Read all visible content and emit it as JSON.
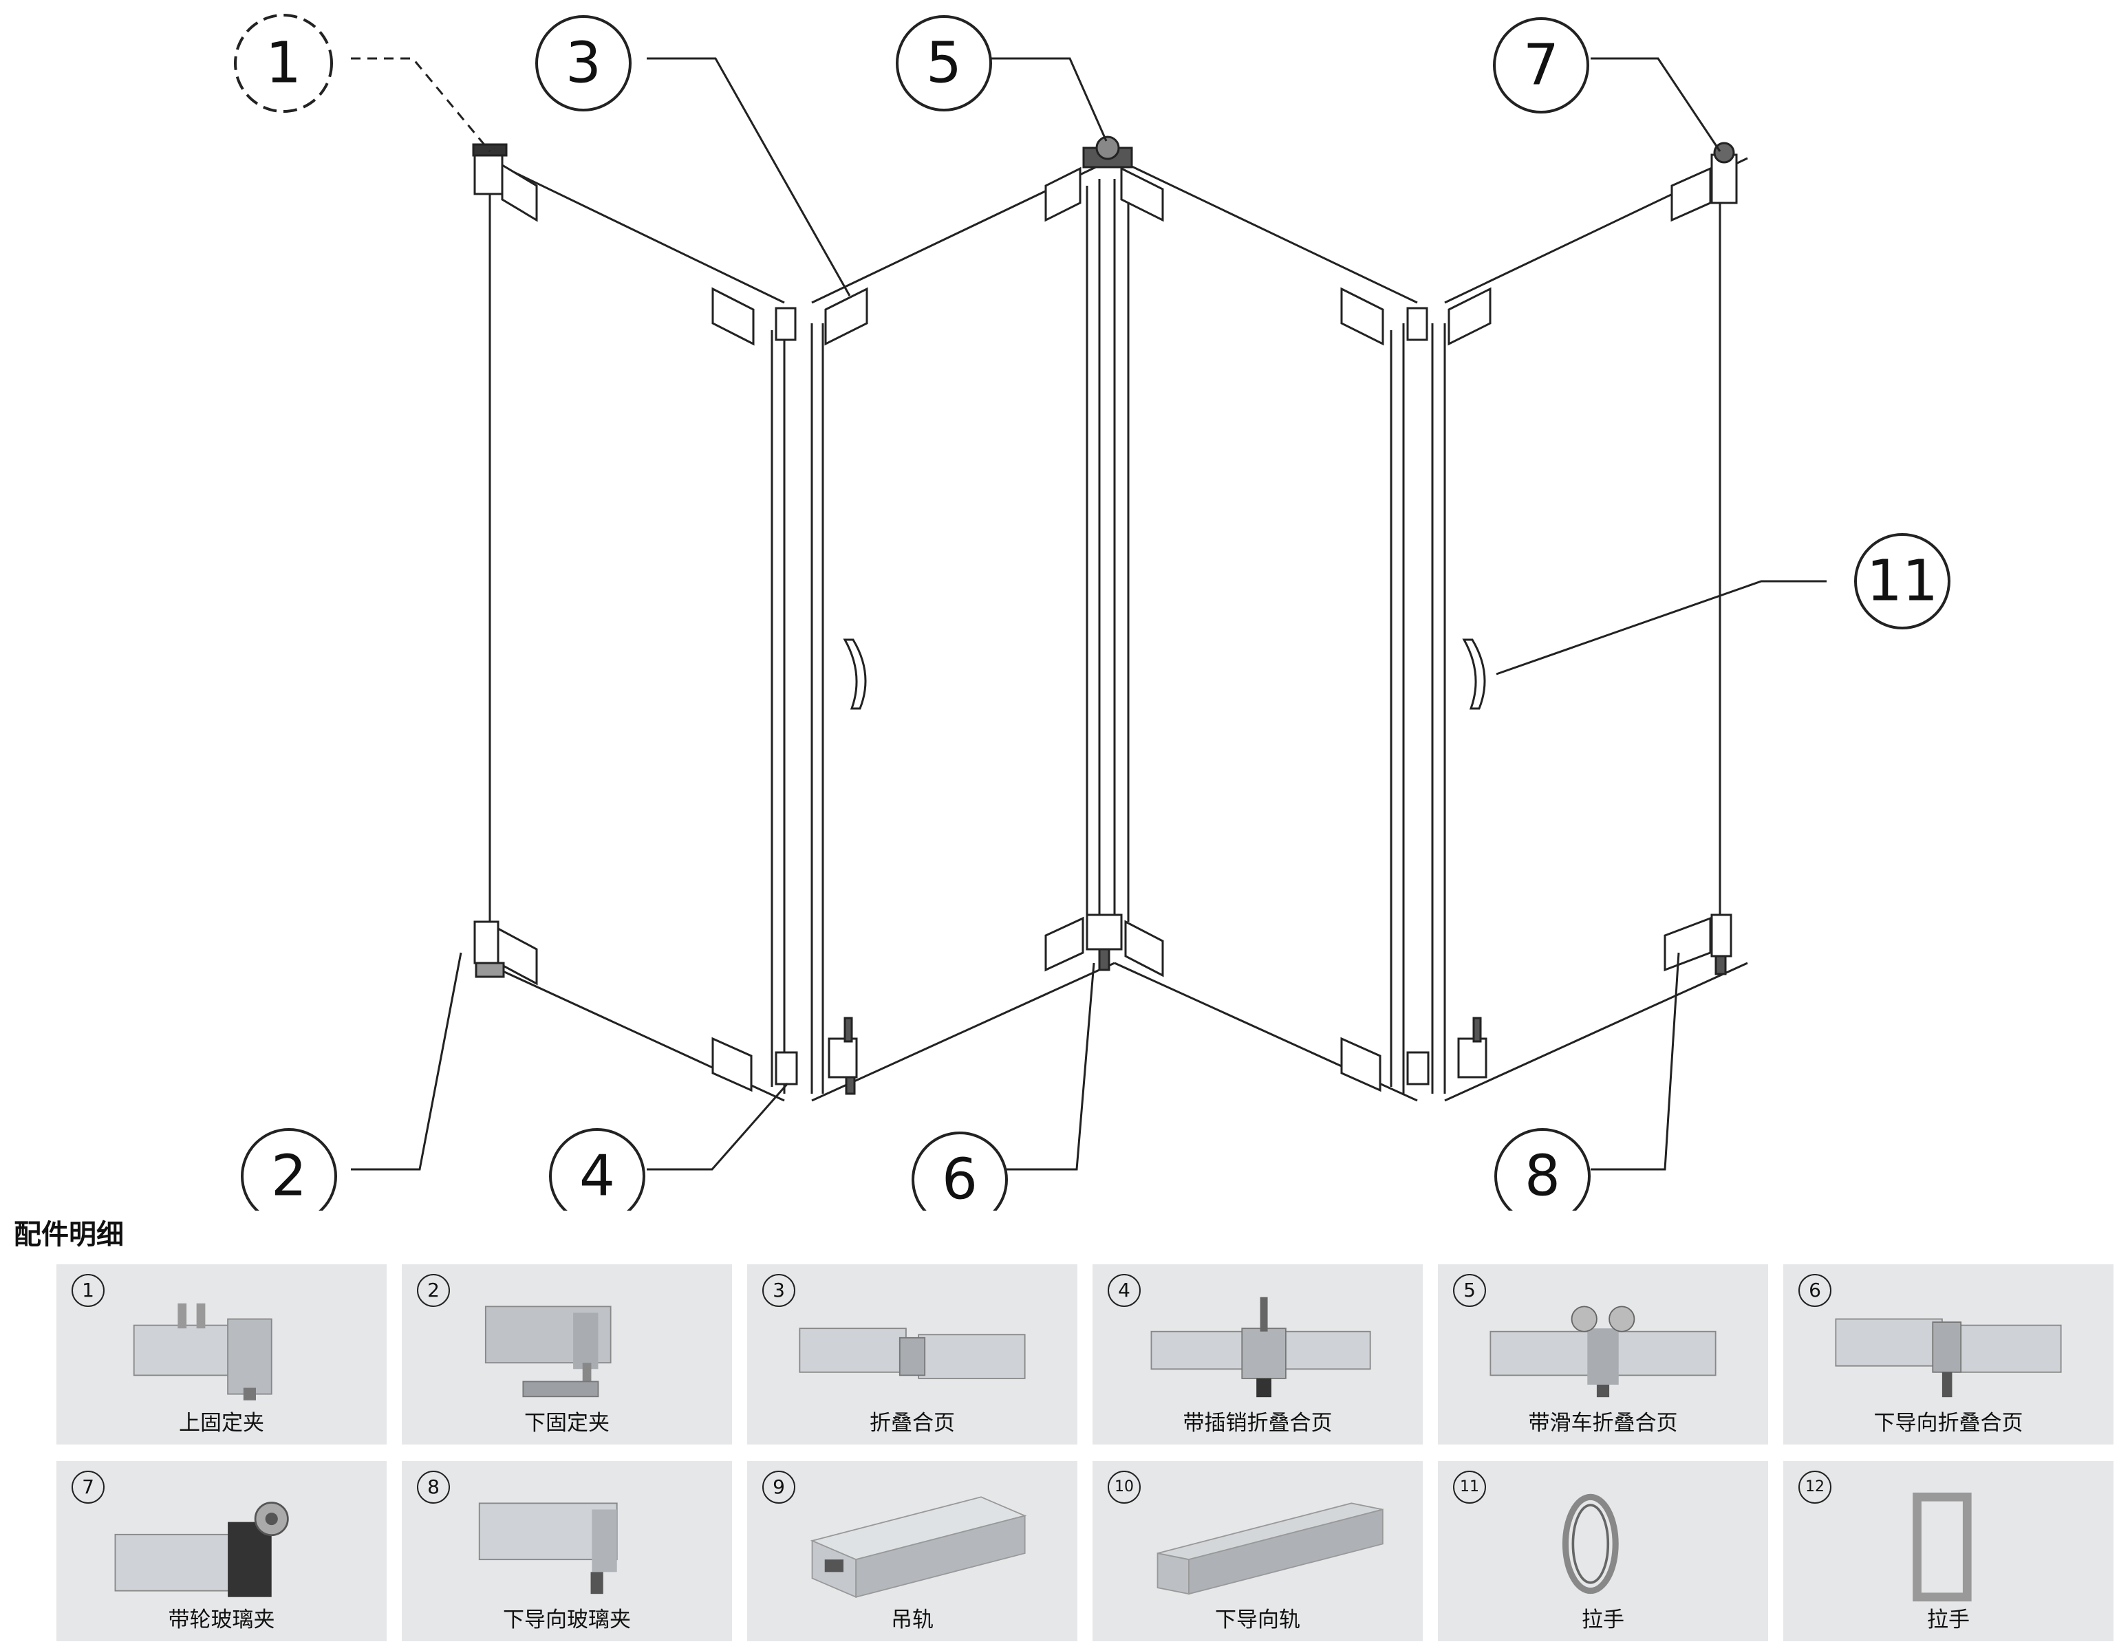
{
  "diagram": {
    "callouts": [
      "1",
      "2",
      "3",
      "4",
      "5",
      "6",
      "7",
      "8",
      "11"
    ]
  },
  "legend": {
    "title": "配件明细",
    "parts": [
      {
        "num": "1",
        "label": "上固定夹",
        "icon": "top-fixed-clamp"
      },
      {
        "num": "2",
        "label": "下固定夹",
        "icon": "bottom-fixed-clamp"
      },
      {
        "num": "3",
        "label": "折叠合页",
        "icon": "folding-hinge"
      },
      {
        "num": "4",
        "label": "带插销折叠合页",
        "icon": "folding-hinge-with-latch"
      },
      {
        "num": "5",
        "label": "带滑车折叠合页",
        "icon": "folding-hinge-with-trolley"
      },
      {
        "num": "6",
        "label": "下导向折叠合页",
        "icon": "bottom-guide-folding-hinge"
      },
      {
        "num": "7",
        "label": "带轮玻璃夹",
        "icon": "glass-clamp-with-wheel"
      },
      {
        "num": "8",
        "label": "下导向玻璃夹",
        "icon": "bottom-guide-glass-clamp"
      },
      {
        "num": "9",
        "label": "吊轨",
        "icon": "hanging-rail"
      },
      {
        "num": "10",
        "label": "下导向轨",
        "icon": "bottom-guide-rail"
      },
      {
        "num": "11",
        "label": "拉手",
        "icon": "round-handle"
      },
      {
        "num": "12",
        "label": "拉手",
        "icon": "square-handle"
      }
    ]
  }
}
